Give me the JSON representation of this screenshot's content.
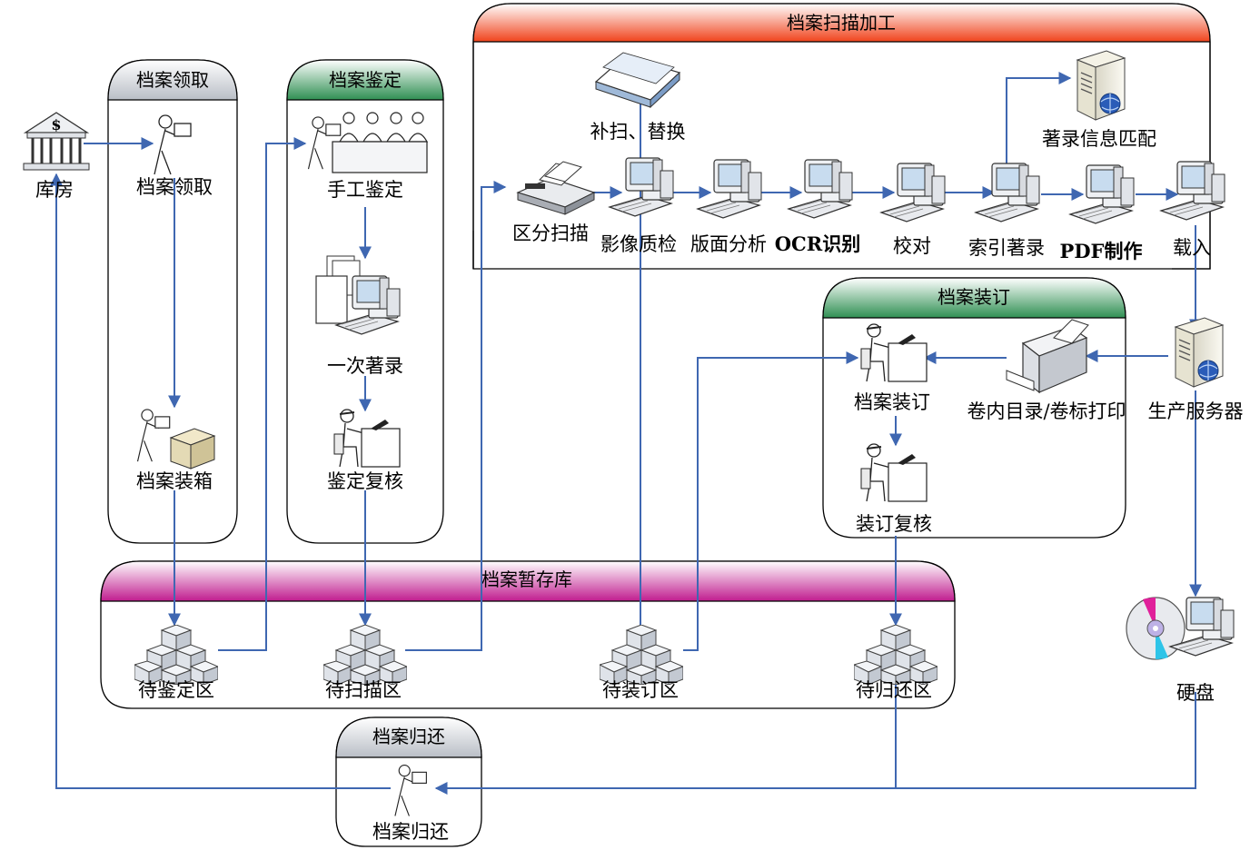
{
  "groups": {
    "scan": "档案扫描加工",
    "receive": "档案领取",
    "appraise": "档案鉴定",
    "binding": "档案装订",
    "storage": "档案暂存库",
    "return": "档案归还"
  },
  "nodes": {
    "warehouse": "库房",
    "receive": "档案领取",
    "packing": "档案装箱",
    "manual_appraise": "手工鉴定",
    "first_catalog": "一次著录",
    "appraise_review": "鉴定复核",
    "rescan": "补扫、替换",
    "split_scan": "区分扫描",
    "image_qc": "影像质检",
    "layout_analysis": "版面分析",
    "ocr": "OCR识别",
    "proofread": "校对",
    "index_catalog": "索引著录",
    "pdf": "PDF制作",
    "load": "载入",
    "catalog_match": "著录信息匹配",
    "binding": "档案装订",
    "print": "卷内目录/卷标打印",
    "server": "生产服务器",
    "binding_review": "装订复核",
    "zone_appraise": "待鉴定区",
    "zone_scan": "待扫描区",
    "zone_binding": "待装订区",
    "zone_return": "待归还区",
    "disk": "硬盘",
    "return": "档案归还"
  },
  "colors": {
    "flow": "#3f67b1",
    "scan_header": "#f0431c",
    "appraise_header": "#2f8f52",
    "binding_header": "#2f8f52",
    "storage_header": "#c01c8e",
    "gray_header": "#b9bec6"
  },
  "icons": {
    "warehouse": "bank-icon",
    "person": "carrying-person-icon",
    "computer": "desktop-computer-icon",
    "server": "server-icon",
    "scanner": "flatbed-scanner-icon",
    "feeder_scanner": "document-scanner-icon",
    "printer": "printer-icon",
    "archive_boxes": "stacked-boxes-icon",
    "disk": "hard-disk-icon",
    "worker": "seated-worker-icon"
  }
}
